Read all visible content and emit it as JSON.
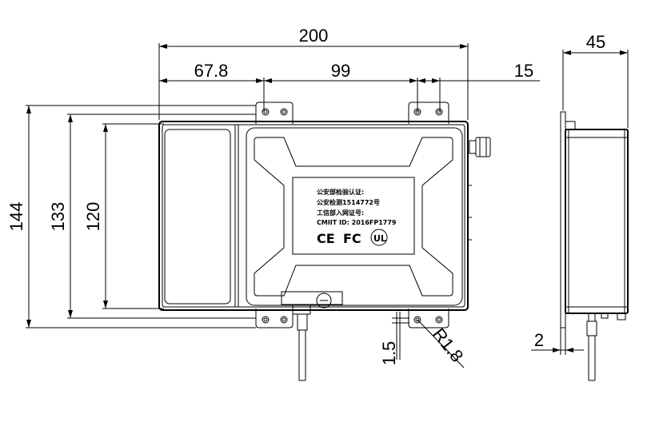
{
  "dimensions": {
    "overall_width": "200",
    "left_section": "67.8",
    "hole_spacing": "99",
    "right_offset": "15",
    "depth": "45",
    "height_total": "144",
    "height_mid": "133",
    "height_inner": "120",
    "tab_offset": "1.5",
    "hole_radius": "R1.8",
    "flange_thickness": "2"
  },
  "label": {
    "line1": "公安部检验认证:",
    "line2": "公安检测1514772号",
    "line3": "工信部入网证号:",
    "line4": "CMIIT ID: 2016FP1779",
    "marks": [
      "CE",
      "FC",
      "UL"
    ]
  }
}
